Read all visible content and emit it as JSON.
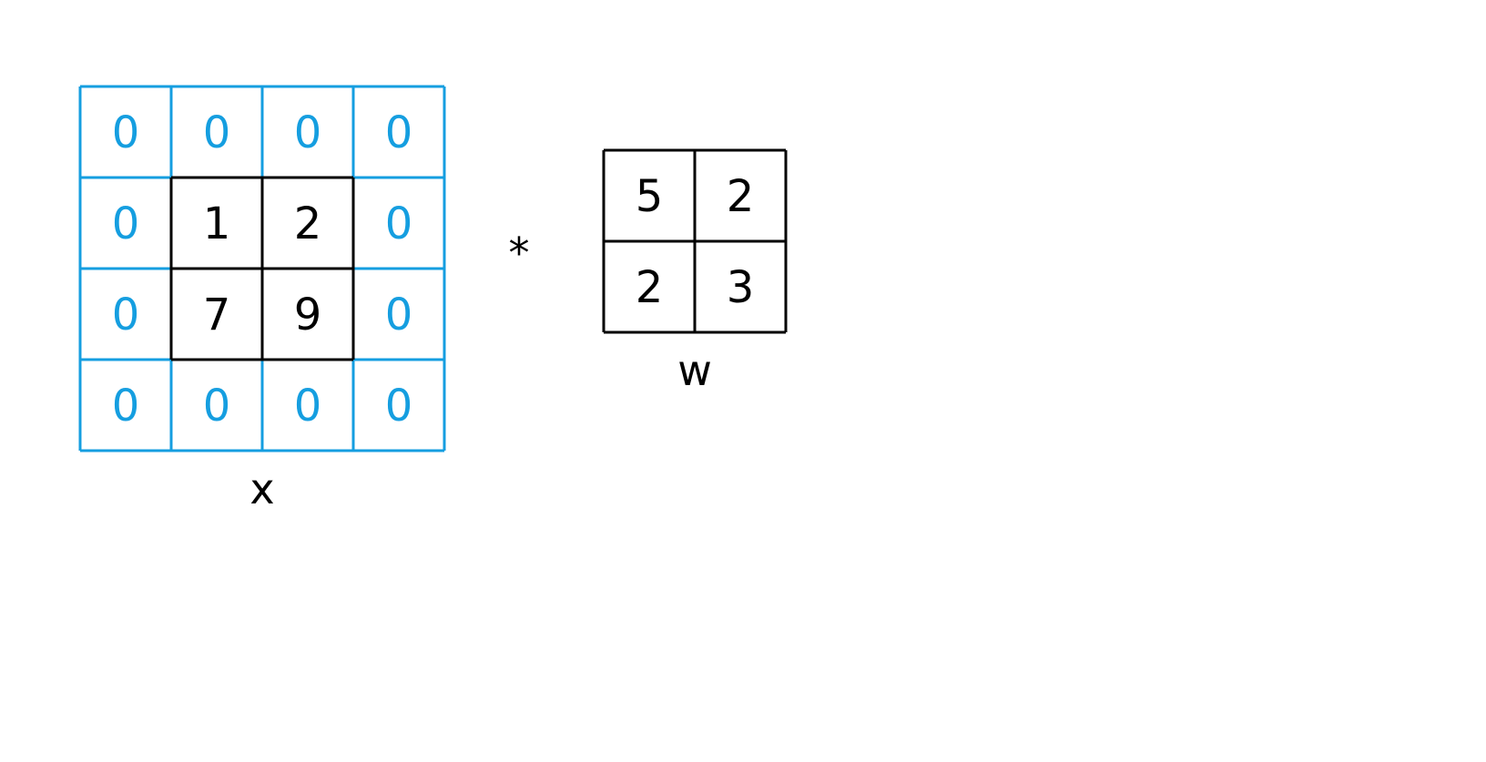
{
  "colors": {
    "padding": "#159ee0",
    "core": "#000000",
    "background": "#ffffff"
  },
  "input_matrix": {
    "label": "x",
    "rows": [
      [
        "0",
        "0",
        "0",
        "0"
      ],
      [
        "0",
        "1",
        "2",
        "0"
      ],
      [
        "0",
        "7",
        "9",
        "0"
      ],
      [
        "0",
        "0",
        "0",
        "0"
      ]
    ],
    "padding_width": 1
  },
  "operator": "*",
  "kernel_matrix": {
    "label": "w",
    "rows": [
      [
        "5",
        "2"
      ],
      [
        "2",
        "3"
      ]
    ]
  }
}
